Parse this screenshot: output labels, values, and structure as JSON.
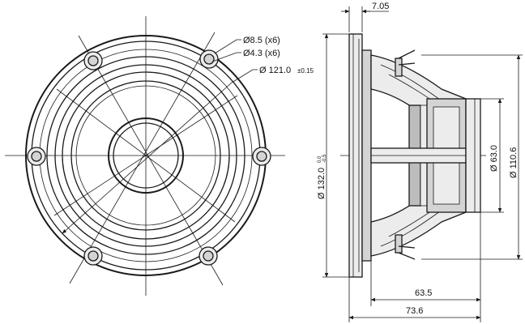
{
  "front_view": {
    "hole_outer_label": "Ø8.5 (x6)",
    "hole_inner_label": "Ø4.3 (x6)",
    "bolt_circle_label": "Ø 121.0",
    "bolt_circle_tolerance": "±0.15"
  },
  "side_view": {
    "flange_thickness_label": "7.05",
    "outer_diameter_label": "Ø 132.0",
    "outer_diameter_tol_upper": "0.0",
    "outer_diameter_tol_lower": "-0.5",
    "magnet_diameter_label": "Ø 63.0",
    "rear_diameter_label": "Ø 110.6",
    "depth_inner_label": "63.5",
    "depth_total_label": "73.6"
  },
  "colors": {
    "line": "#1a1a1a",
    "shade_dark": "#bdbdbd",
    "shade_mid": "#d4d4d4",
    "shade_light": "#ececec"
  }
}
